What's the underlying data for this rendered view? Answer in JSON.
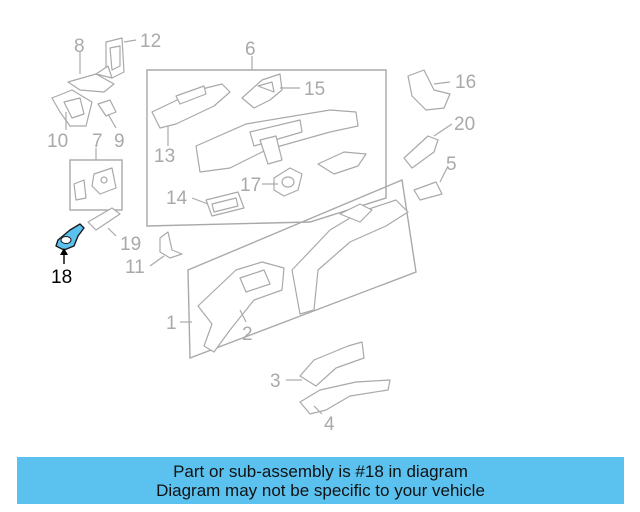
{
  "diagram": {
    "highlight_color": "#5bc2f0",
    "highlighted_part": "18",
    "callouts": {
      "c1": "1",
      "c2": "2",
      "c3": "3",
      "c4": "4",
      "c5": "5",
      "c6": "6",
      "c7": "7",
      "c8": "8",
      "c9": "9",
      "c10": "10",
      "c11": "11",
      "c12": "12",
      "c13": "13",
      "c14": "14",
      "c15": "15",
      "c16": "16",
      "c17": "17",
      "c18": "18",
      "c19": "19",
      "c20": "20"
    }
  },
  "banner": {
    "line1": "Part or sub-assembly is #18 in diagram",
    "line2": "Diagram may not be specific to your vehicle",
    "background": "#5bc2f0"
  }
}
